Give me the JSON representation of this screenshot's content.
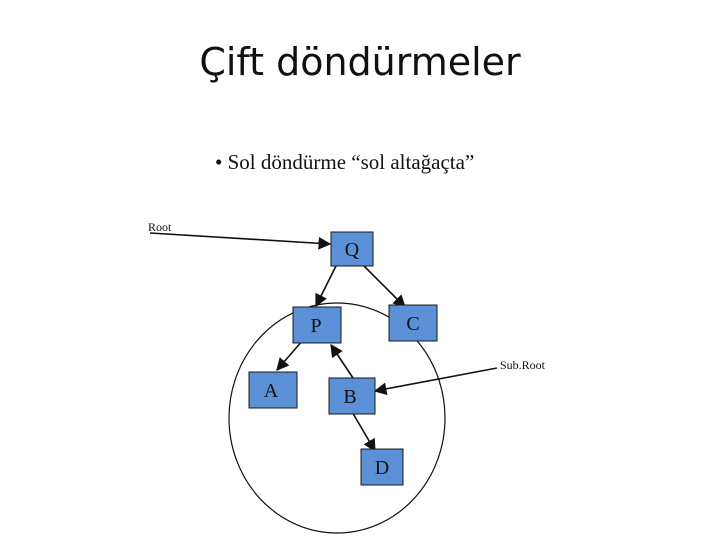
{
  "slide": {
    "title": "Çift döndürmeler",
    "bullet": "• Sol döndürme “sol altağaçta”"
  },
  "diagram": {
    "labels": {
      "root": "Root",
      "subroot": "Sub.Root"
    },
    "nodes": {
      "q": "Q",
      "p": "P",
      "c": "C",
      "a": "A",
      "b": "B",
      "d": "D"
    },
    "colors": {
      "node_fill": "#5b8fd6",
      "stroke": "#111111"
    }
  }
}
